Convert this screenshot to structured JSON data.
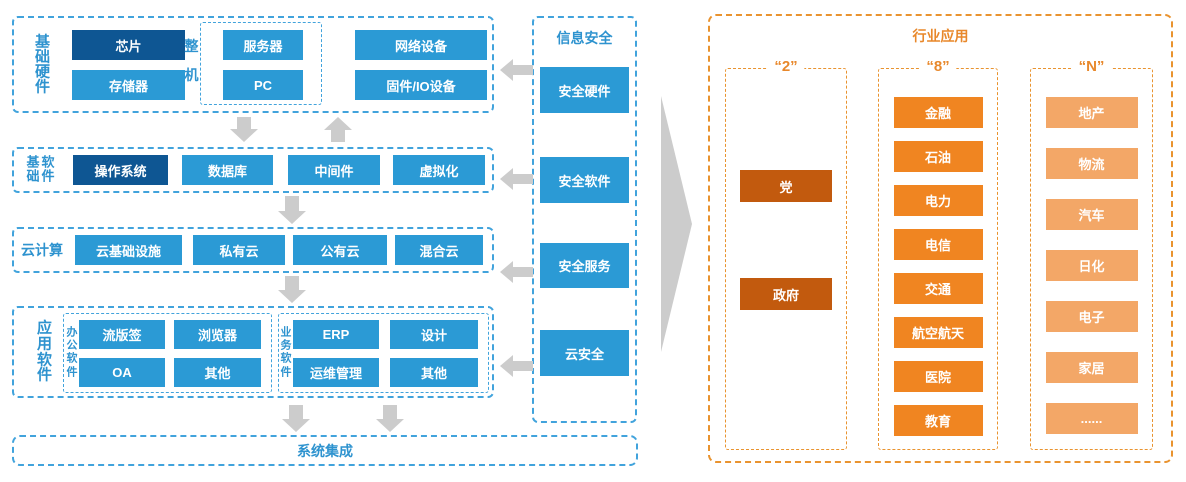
{
  "colors": {
    "blue": "#2B9AD5",
    "navy": "#0E5693",
    "blue_border": "#41A3DC",
    "blue_text": "#2E93CF",
    "gray": "#CCCCCC",
    "orange_border": "#E9932F",
    "orange_text": "#E8882B",
    "orange_dark": "#C25A0E",
    "orange_mid": "#F08521",
    "orange_light": "#F3A767"
  },
  "layers": {
    "hardware": {
      "label": "基础硬件",
      "chip": "芯片",
      "storage": "存储器",
      "machine_group_label": "整机",
      "server": "服务器",
      "pc": "PC",
      "network": "网络设备",
      "firmware_io": "固件/IO设备"
    },
    "base_software": {
      "label_cols": [
        "基础",
        "软件"
      ],
      "os": "操作系统",
      "database": "数据库",
      "middleware": "中间件",
      "virtualization": "虚拟化"
    },
    "cloud": {
      "label": "云计算",
      "infra": "云基础设施",
      "private": "私有云",
      "public": "公有云",
      "hybrid": "混合云"
    },
    "application": {
      "label": "应用软件",
      "office": {
        "label": "办公软件",
        "item1": "流版签",
        "item2": "浏览器",
        "item3": "OA",
        "item4": "其他"
      },
      "business": {
        "label": "业务软件",
        "item1": "ERP",
        "item2": "设计",
        "item3": "运维管理",
        "item4": "其他"
      }
    },
    "integration": "系统集成"
  },
  "security": {
    "title": "信息安全",
    "items": [
      "安全硬件",
      "安全软件",
      "安全服务",
      "云安全"
    ]
  },
  "industry": {
    "title": "行业应用",
    "col2": {
      "header": "“2”",
      "items": [
        "党",
        "政府"
      ]
    },
    "col8": {
      "header": "“8”",
      "items": [
        "金融",
        "石油",
        "电力",
        "电信",
        "交通",
        "航空航天",
        "医院",
        "教育"
      ]
    },
    "colN": {
      "header": "“N”",
      "items": [
        "地产",
        "物流",
        "汽车",
        "日化",
        "电子",
        "家居",
        "......"
      ]
    }
  }
}
